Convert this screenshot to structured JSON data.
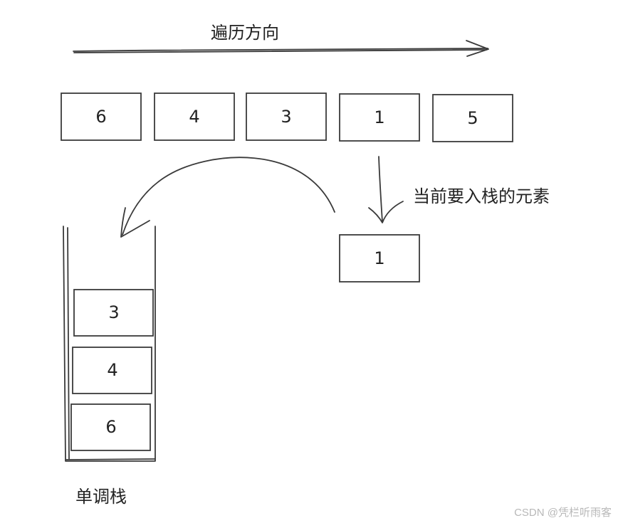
{
  "title_direction": "遍历方向",
  "annotation_current": "当前要入栈的元素",
  "stack_label": "单调栈",
  "watermark": "CSDN @凭栏听雨客",
  "array": [
    "6",
    "4",
    "3",
    "1",
    "5"
  ],
  "current_element": "1",
  "stack_items": [
    "3",
    "4",
    "6"
  ],
  "colors": {
    "ink": "#3a3a3a",
    "watermark": "#b8b8b8",
    "background": "#ffffff"
  }
}
